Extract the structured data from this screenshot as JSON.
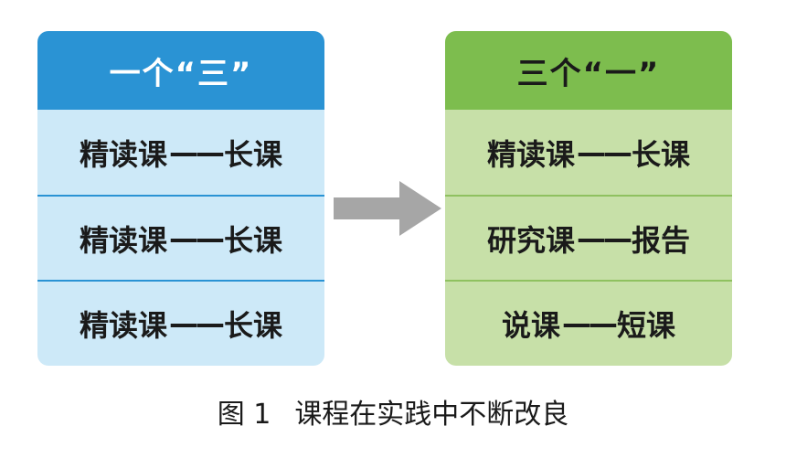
{
  "left_panel": {
    "header": "一个“三”",
    "rows": [
      {
        "a": "精读课",
        "dash": "——",
        "b": "长课"
      },
      {
        "a": "精读课",
        "dash": "——",
        "b": "长课"
      },
      {
        "a": "精读课",
        "dash": "——",
        "b": "长课"
      }
    ]
  },
  "right_panel": {
    "header": "三个“一”",
    "rows": [
      {
        "a": "精读课",
        "dash": "——",
        "b": "长课"
      },
      {
        "a": "研究课",
        "dash": "——",
        "b": "报告"
      },
      {
        "a": "说课",
        "dash": "——",
        "b": "短课"
      }
    ]
  },
  "caption": {
    "number": "图 1",
    "text": "课程在实践中不断改良"
  },
  "colors": {
    "left_header": "#2a93d4",
    "left_body": "#cde9f8",
    "right_header": "#7dbd4e",
    "right_body": "#c7e0a8",
    "arrow": "#a6a6a6"
  }
}
